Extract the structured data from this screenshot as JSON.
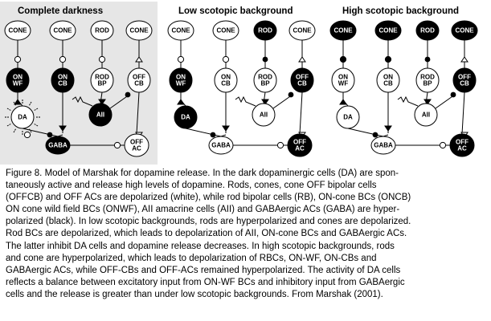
{
  "panels": [
    {
      "title": "Complete darkness",
      "nodes": {
        "cone1": {
          "lines": [
            "CONE"
          ],
          "fill": "white"
        },
        "cone2": {
          "lines": [
            "CONE"
          ],
          "fill": "white"
        },
        "rod": {
          "lines": [
            "ROD"
          ],
          "fill": "white"
        },
        "cone3": {
          "lines": [
            "CONE"
          ],
          "fill": "white"
        },
        "onwf": {
          "lines": [
            "ON",
            "WF"
          ],
          "fill": "black"
        },
        "oncb": {
          "lines": [
            "ON",
            "CB"
          ],
          "fill": "black"
        },
        "rodbp": {
          "lines": [
            "ROD",
            "BP"
          ],
          "fill": "white"
        },
        "offcb": {
          "lines": [
            "OFF",
            "CB"
          ],
          "fill": "white"
        },
        "da": {
          "lines": [
            "DA"
          ],
          "fill": "white"
        },
        "aii": {
          "lines": [
            "AII"
          ],
          "fill": "black"
        },
        "gaba": {
          "lines": [
            "GABA"
          ],
          "fill": "black"
        },
        "offac": {
          "lines": [
            "OFF",
            "AC"
          ],
          "fill": "white"
        }
      }
    },
    {
      "title": "Low scotopic background",
      "nodes": {
        "cone1": {
          "lines": [
            "CONE"
          ],
          "fill": "white"
        },
        "cone2": {
          "lines": [
            "CONE"
          ],
          "fill": "white"
        },
        "rod": {
          "lines": [
            "ROD"
          ],
          "fill": "black"
        },
        "cone3": {
          "lines": [
            "CONE"
          ],
          "fill": "white"
        },
        "onwf": {
          "lines": [
            "ON",
            "WF"
          ],
          "fill": "black"
        },
        "oncb": {
          "lines": [
            "ON",
            "CB"
          ],
          "fill": "white"
        },
        "rodbp": {
          "lines": [
            "ROD",
            "BP"
          ],
          "fill": "white"
        },
        "offcb": {
          "lines": [
            "OFF",
            "CB"
          ],
          "fill": "black"
        },
        "da": {
          "lines": [
            "DA"
          ],
          "fill": "black"
        },
        "aii": {
          "lines": [
            "AII"
          ],
          "fill": "white"
        },
        "gaba": {
          "lines": [
            "GABA"
          ],
          "fill": "white"
        },
        "offac": {
          "lines": [
            "OFF",
            "AC"
          ],
          "fill": "black"
        }
      }
    },
    {
      "title": "High scotopic background",
      "nodes": {
        "cone1": {
          "lines": [
            "CONE"
          ],
          "fill": "black"
        },
        "cone2": {
          "lines": [
            "CONE"
          ],
          "fill": "black"
        },
        "rod": {
          "lines": [
            "ROD"
          ],
          "fill": "black"
        },
        "cone3": {
          "lines": [
            "CONE"
          ],
          "fill": "black"
        },
        "onwf": {
          "lines": [
            "ON",
            "WF"
          ],
          "fill": "white"
        },
        "oncb": {
          "lines": [
            "ON",
            "CB"
          ],
          "fill": "white"
        },
        "rodbp": {
          "lines": [
            "ROD",
            "BP"
          ],
          "fill": "white"
        },
        "offcb": {
          "lines": [
            "OFF",
            "CB"
          ],
          "fill": "black"
        },
        "da": {
          "lines": [
            "DA"
          ],
          "fill": "white"
        },
        "aii": {
          "lines": [
            "AII"
          ],
          "fill": "white"
        },
        "gaba": {
          "lines": [
            "GABA"
          ],
          "fill": "white"
        },
        "offac": {
          "lines": [
            "OFF",
            "AC"
          ],
          "fill": "black"
        }
      }
    }
  ],
  "caption": {
    "lines": [
      "Figure 8. Model of Marshak for dopamine release. In the dark dopaminergic cells (DA) are spon-",
      "taneously active and release high levels of dopamine. Rods, cones, cone OFF bipolar cells",
      "(OFFCB) and OFF ACs are depolarized (white), while rod bipolar cells (RB), ON-cone BCs (ONCB)",
      "ON cone wild field BCs (ONWF), AII amacrine cells (AII) and GABAergic ACs (GABA) are hyper-",
      "polarized (black). In low scotopic backgrounds, rods are hyperpolarized and cones are depolarized.",
      " Rod BCs are depolarized, which leads to depolarization of AII, ON-cone BCs and GABAergic ACs.",
      " The latter inhibit DA cells and dopamine release decreases. In high scotopic backgrounds, rods",
      "and cone are hyperpolarized, which leads to depolarization of RBCs, ON-WF, ON-CBs and",
      "GABAergic ACs, while OFF-CBs and OFF-ACs remained hyperpolarized. The activity of DA cells",
      "reflects a balance between excitatory input from ON-WF BCs and inhibitory input from GABAergic",
      "cells and the release is greater than under low scotopic backgrounds. From Marshak (2001)."
    ]
  }
}
